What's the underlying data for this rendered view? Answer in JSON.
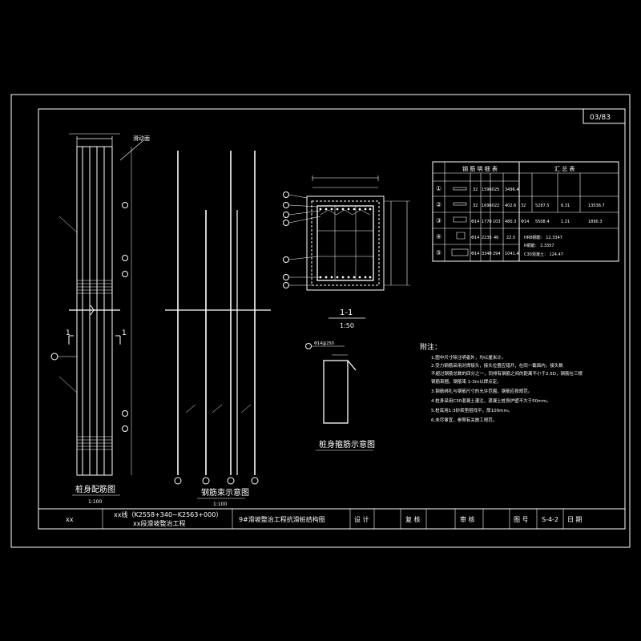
{
  "sheet": {
    "number": "03/83",
    "project_line1": "xx线（K2558+340~K2563+000）",
    "project_line2": "xx段滑坡整治工程",
    "drawing_title": "9#滑坡整治工程抗滑桩结构图",
    "designer_label": "设 计",
    "checker_label": "复 核",
    "reviewer_label": "审 核",
    "figure_label": "图 号",
    "figure_number": "S-4-2",
    "date_label": "日 期",
    "company": "xx"
  },
  "views": {
    "elevation_title": "桩身配筋图",
    "elevation_scale": "1:100",
    "bars_title": "钢筋束示意图",
    "bars_scale": "1:100",
    "section_title": "1-1",
    "section_scale": "1:50",
    "stirrup_title": "桩身箍筋示意图",
    "section_marker": "1",
    "ground_label": "滑动面",
    "bar_note": "Φ14@250"
  },
  "tables": {
    "rebar_title": "钢 筋 明 细 表",
    "summary_title": "汇 总 表",
    "rows": [
      {
        "id": "①",
        "d": "32",
        "len": "15960",
        "n": "25",
        "total": "3496.4"
      },
      {
        "id": "②",
        "d": "32",
        "len": "16960",
        "n": "22",
        "total": "402.6"
      },
      {
        "id": "③",
        "d": "Φ14",
        "len": "1770",
        "n": "103",
        "total": "480.3"
      },
      {
        "id": "④",
        "d": "Φ14",
        "len": "2235",
        "n": "46",
        "total": "22.5"
      },
      {
        "id": "⑤",
        "d": "Φ14",
        "len": "3340",
        "n": "294",
        "total": "1041.4"
      }
    ],
    "summary_rows": [
      {
        "a": "32",
        "b": "5287.5",
        "c": "6.31",
        "d": "13536.7"
      },
      {
        "a": "Φ14",
        "b": "5508.4",
        "c": "1.21",
        "d": "1890.3"
      }
    ],
    "summary_notes": [
      "HRB钢筋：    12.3347",
      "R钢筋：      2.3357",
      "C30混凝土：  124.47"
    ]
  },
  "notes": {
    "title": "附注：",
    "items": [
      "1.图中尺寸除注明者外，均以厘米计。",
      "2.受力钢筋采用对焊接头，接头位置应错开，在同一截面内，接头数",
      "不超过钢筋总数的四分之一，同排有钢筋之间的距离不小于2.5D，钢筋在三根",
      "钢筋束捆，钢筋束 1-3m以焊点定。",
      "3.钢筋绑扎与钢筋尺寸的允许范围，钢筋应按规范。",
      "4.桩身采用C30混凝土灌注，混凝土桩身护壁不大于50mm。",
      "5.桩底用1:3砂浆垫层找平，厚100mm。",
      "6.未尽事宜，参照有关施工规范。"
    ]
  }
}
